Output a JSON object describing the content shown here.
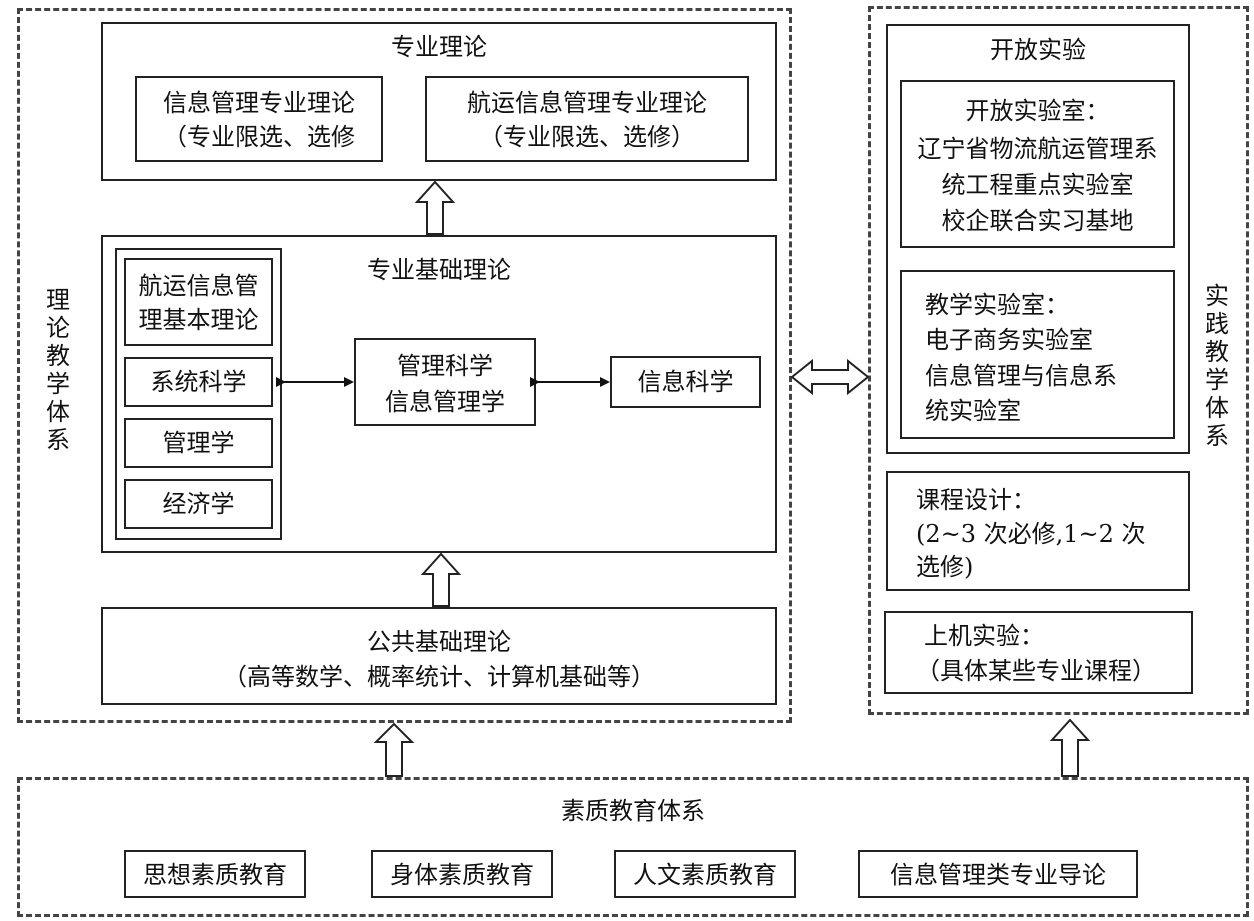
{
  "theory_system": {
    "label": "理论教学体系",
    "professional_theory": {
      "title": "专业理论",
      "box1": {
        "line1": "信息管理专业理论",
        "line2": "（专业限选、选修"
      },
      "box2": {
        "line1": "航运信息管理专业理论",
        "line2": "（专业限选、选修）"
      }
    },
    "professional_basic": {
      "title": "专业基础理论",
      "left_items": [
        "航运信息管理基本理论",
        "系统科学",
        "管理学",
        "经济学"
      ],
      "center": {
        "line1": "管理科学",
        "line2": "信息管理学"
      },
      "right": "信息科学"
    },
    "public_basic": {
      "title": "公共基础理论",
      "subtitle": "（高等数学、概率统计、计算机基础等）"
    }
  },
  "practice_system": {
    "label": "实践教学体系",
    "open_experiment": {
      "title": "开放实验",
      "open_lab": [
        "开放实验室：",
        "辽宁省物流航运管理系",
        "统工程重点实验室",
        "校企联合实习基地"
      ],
      "teaching_lab": [
        "教学实验室：",
        "电子商务实验室",
        "信息管理与信息系",
        "统实验室"
      ]
    },
    "course_design": [
      "课程设计：",
      "(2~3 次必修,1~2 次",
      "选修)"
    ],
    "computer_experiment": [
      "上机实验：",
      "（具体某些专业课程）"
    ]
  },
  "quality_system": {
    "title": "素质教育体系",
    "items": [
      "思想素质教育",
      "身体素质教育",
      "人文素质教育",
      "信息管理类专业导论"
    ]
  }
}
